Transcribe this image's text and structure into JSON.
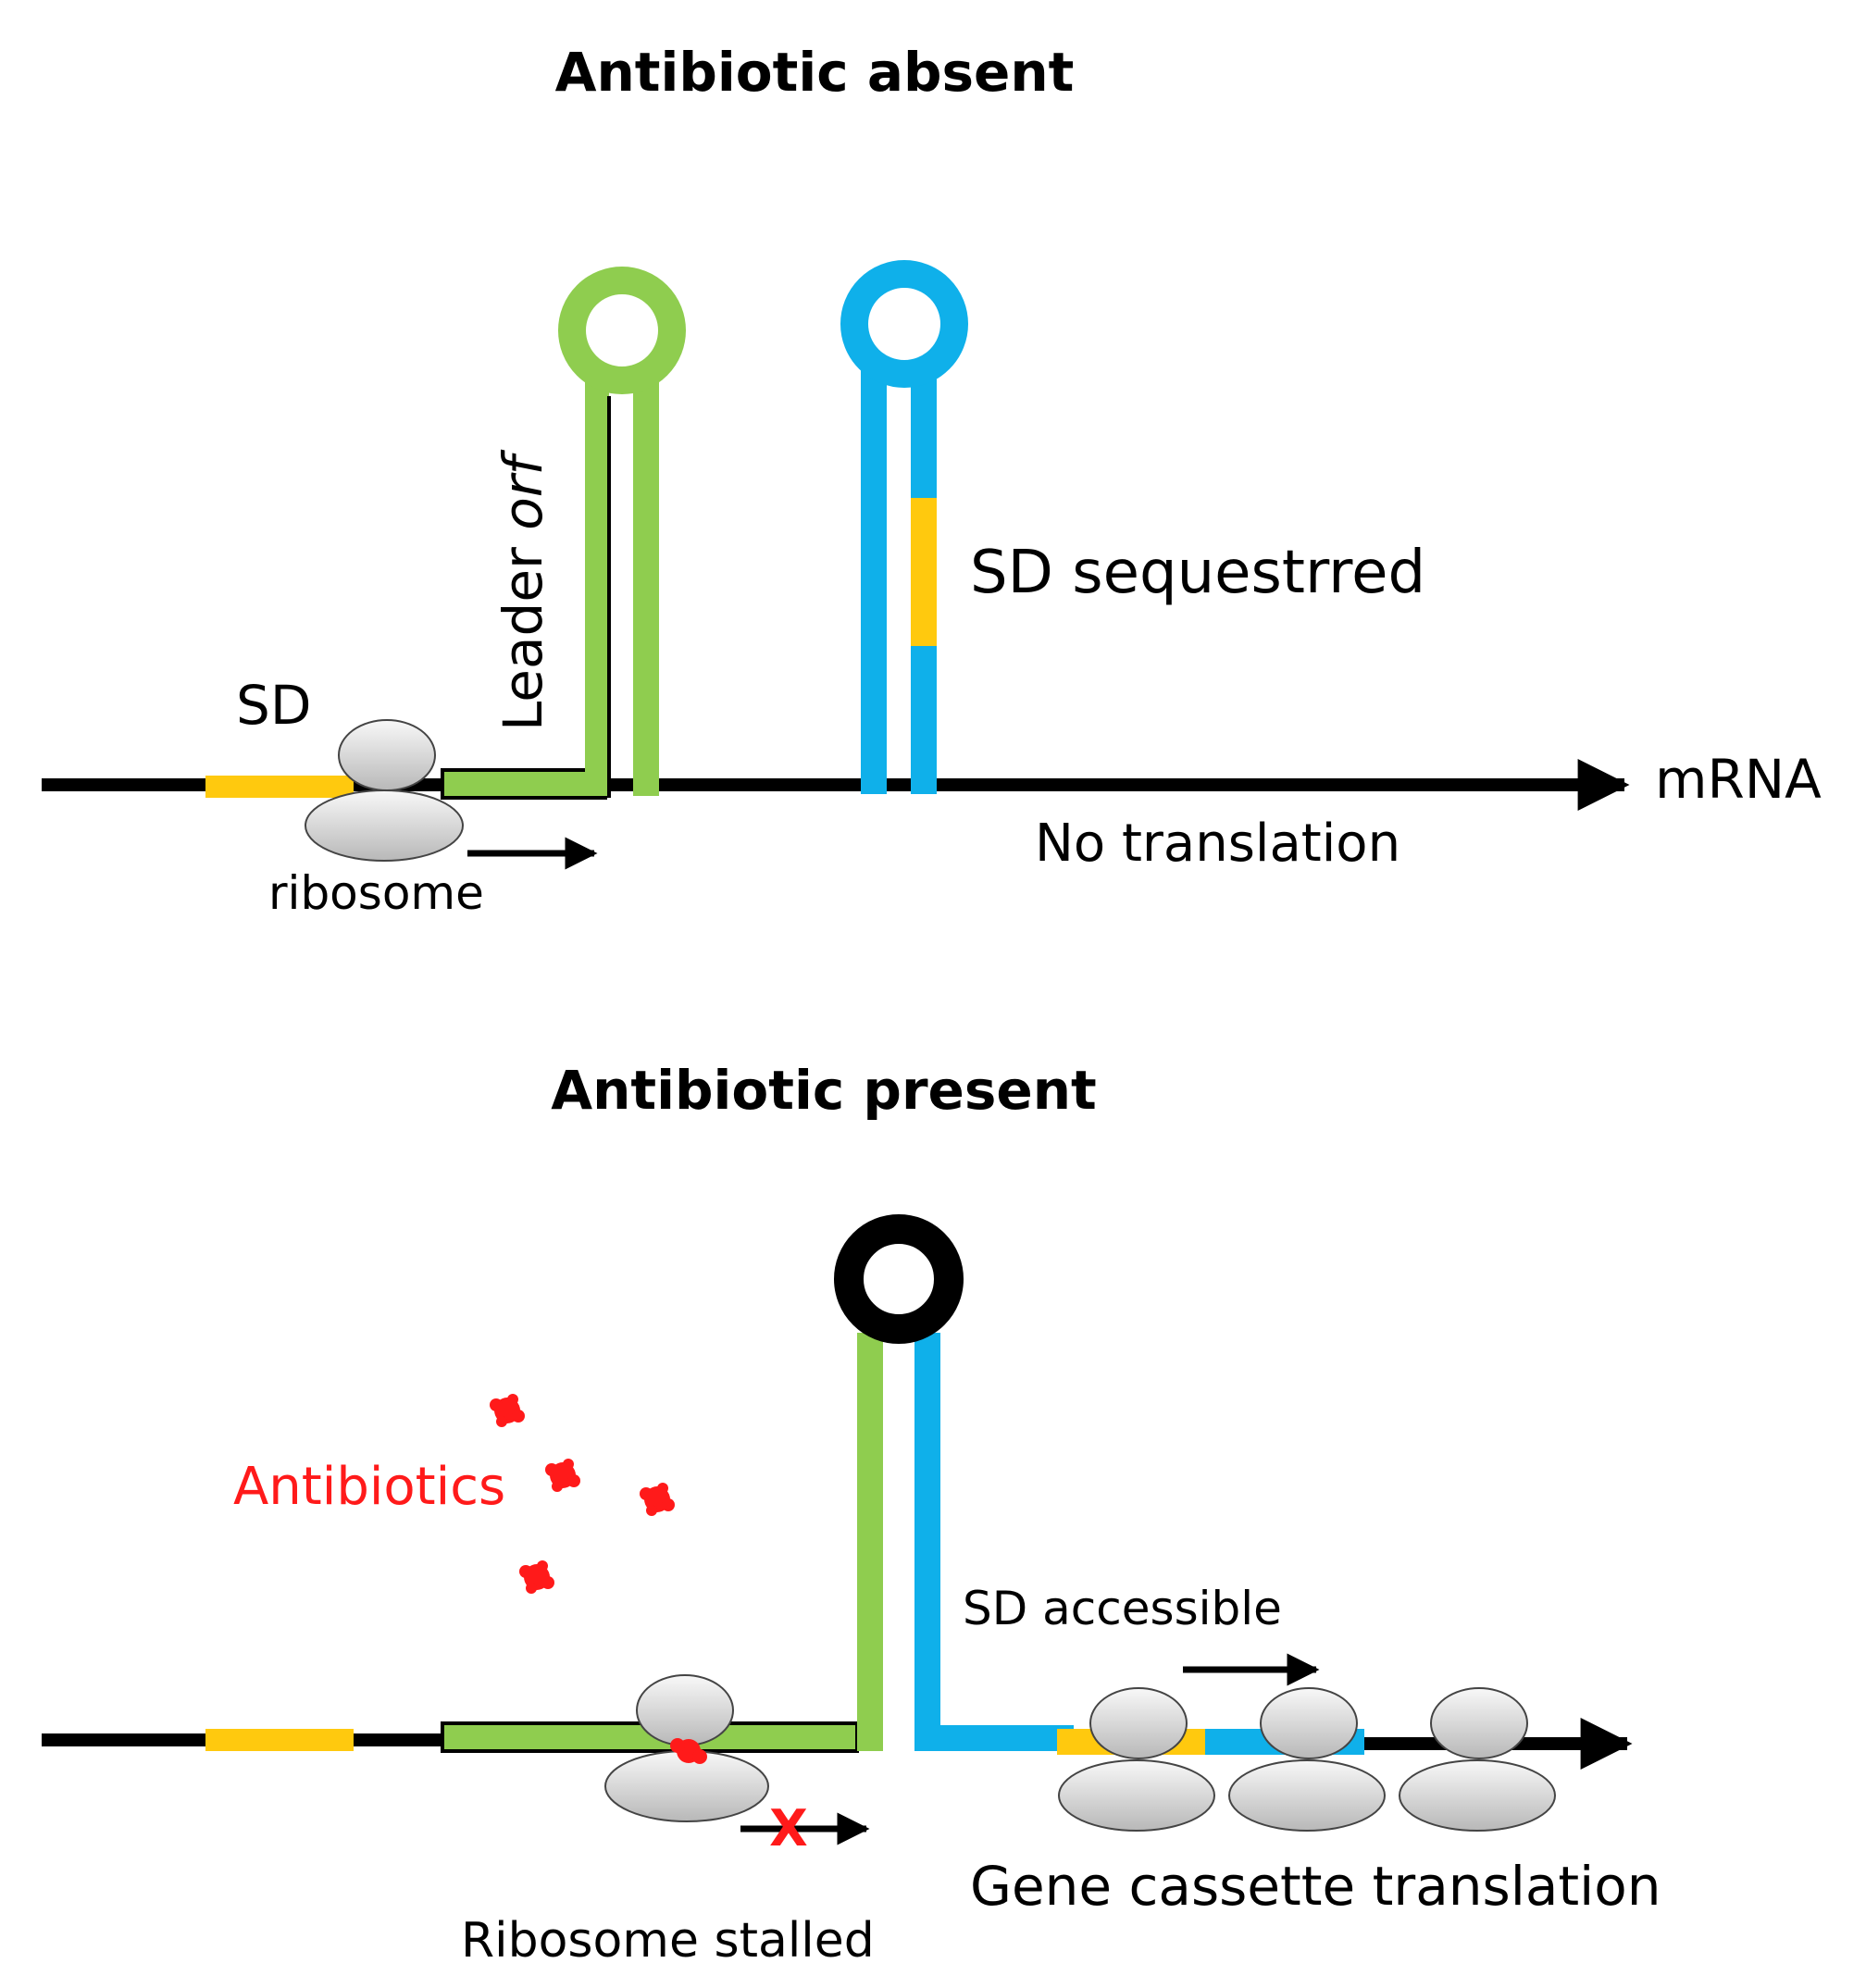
{
  "panels": {
    "absent": {
      "title": "Antibiotic absent",
      "labels": {
        "sd": "SD",
        "leader": "Leader ",
        "leader_orf": "orf",
        "sd_sequestered": "SD sequestrred",
        "mrna": "mRNA",
        "no_translation": "No translation",
        "ribosome": "ribosome"
      }
    },
    "present": {
      "title": "Antibiotic present",
      "labels": {
        "antibiotics": "Antibiotics",
        "sd_accessible": "SD accessible",
        "gene_translation": "Gene cassette translation",
        "stalled": "Ribosome stalled",
        "blocked_mark": "X"
      }
    }
  },
  "colors": {
    "leader_green": "#8fcd4f",
    "stem_blue": "#0fb0ea",
    "sd_yellow": "#ffc90e",
    "antibiotic_red": "#ff1a1a",
    "line_black": "#000000",
    "ribosome_gray": "#d4d4d4"
  }
}
